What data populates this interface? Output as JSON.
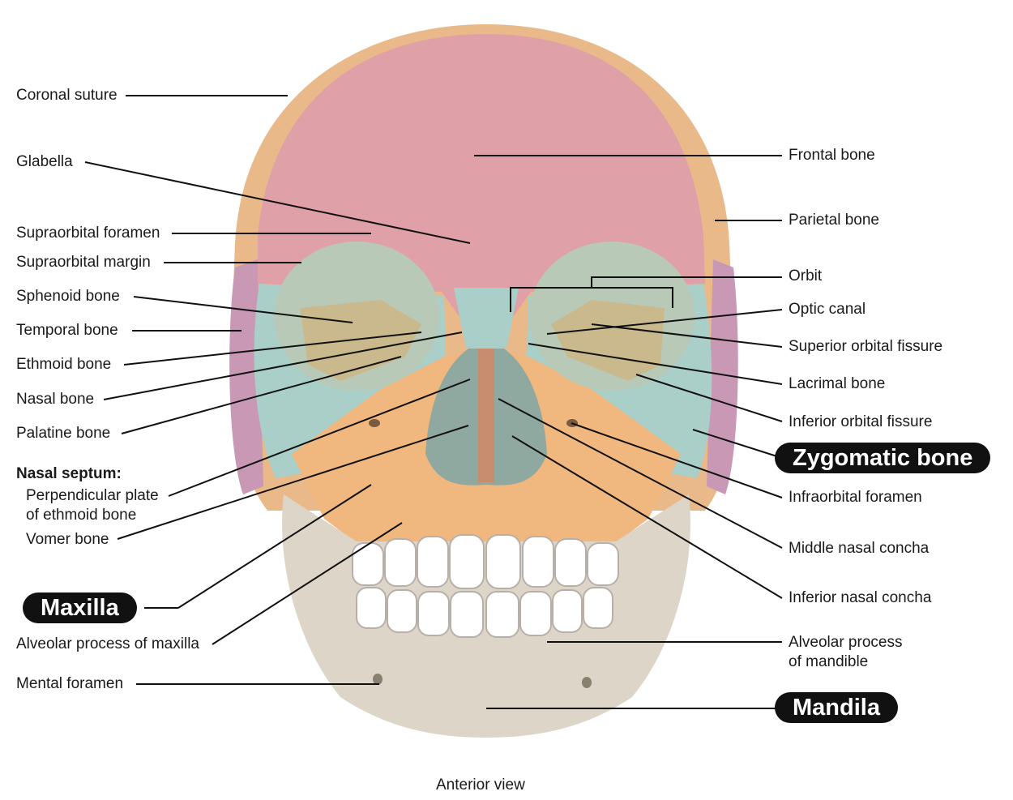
{
  "caption": "Anterior view",
  "labels_left": {
    "coronal_suture": "Coronal suture",
    "glabella": "Glabella",
    "supraorbital_foramen": "Supraorbital foramen",
    "supraorbital_margin": "Supraorbital margin",
    "sphenoid_bone": "Sphenoid bone",
    "temporal_bone": "Temporal bone",
    "ethmoid_bone": "Ethmoid bone",
    "nasal_bone": "Nasal bone",
    "palatine_bone": "Palatine bone",
    "nasal_septum": "Nasal septum:",
    "perpendicular_plate_1": "Perpendicular plate",
    "perpendicular_plate_2": "of ethmoid bone",
    "vomer_bone": "Vomer bone",
    "maxilla": "Maxilla",
    "alveolar_process_maxilla": "Alveolar process of maxilla",
    "mental_foramen": "Mental foramen"
  },
  "labels_right": {
    "frontal_bone": "Frontal bone",
    "parietal_bone": "Parietal bone",
    "orbit": "Orbit",
    "optic_canal": "Optic canal",
    "superior_orbital_fissure": "Superior orbital fissure",
    "lacrimal_bone": "Lacrimal bone",
    "inferior_orbital_fissure": "Inferior orbital fissure",
    "zygomatic_bone": "Zygomatic bone",
    "infraorbital_foramen": "Infraorbital foramen",
    "middle_nasal_concha": "Middle nasal concha",
    "inferior_nasal_concha": "Inferior nasal concha",
    "alveolar_process_mandible_1": "Alveolar process",
    "alveolar_process_mandible_2": "of mandible",
    "mandible": "Mandila"
  },
  "colors": {
    "frontal": "#e0a0a8",
    "parietal": "#e9b98a",
    "sphenoid": "#c9b98c",
    "temporal": "#c898b4",
    "zygomatic": "#a9cfc8",
    "maxilla": "#f0b77e",
    "mandible": "#ddd6c8",
    "teeth": "#ffffff",
    "label_pill": "#111111"
  }
}
